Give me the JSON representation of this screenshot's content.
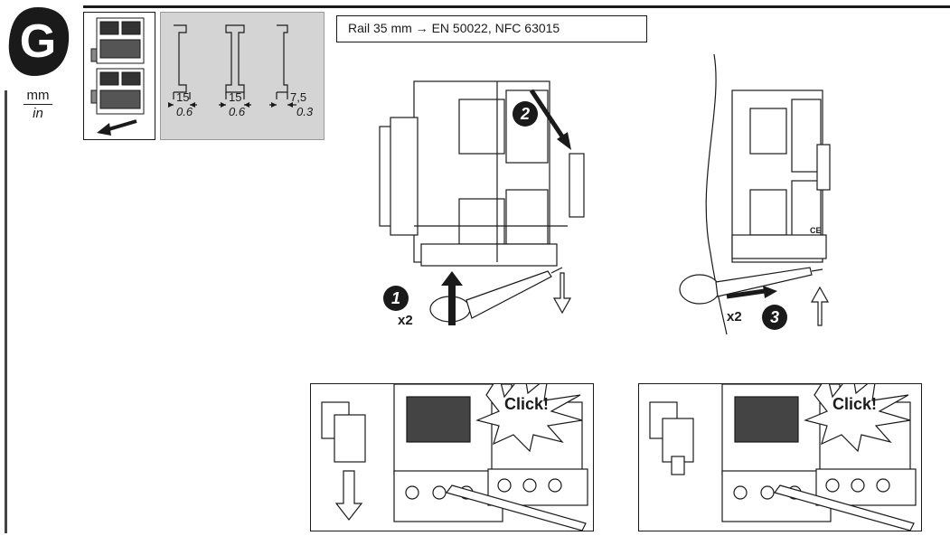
{
  "section": {
    "letter": "G",
    "units": {
      "metric": "mm",
      "imperial": "in"
    }
  },
  "rail": {
    "label": "Rail 35 mm → EN 50022, NFC 63015",
    "profiles": [
      {
        "mm": "15",
        "in": "0.6"
      },
      {
        "mm": "15",
        "in": "0.6"
      },
      {
        "mm": "7,5",
        "in": "0.3"
      }
    ]
  },
  "steps": [
    {
      "number": "1",
      "multiplier": "x2"
    },
    {
      "number": "2"
    },
    {
      "number": "3",
      "multiplier": "x2"
    }
  ],
  "click": {
    "left": "Click!",
    "right": "Click!"
  },
  "marks": {
    "ce": "CE"
  }
}
